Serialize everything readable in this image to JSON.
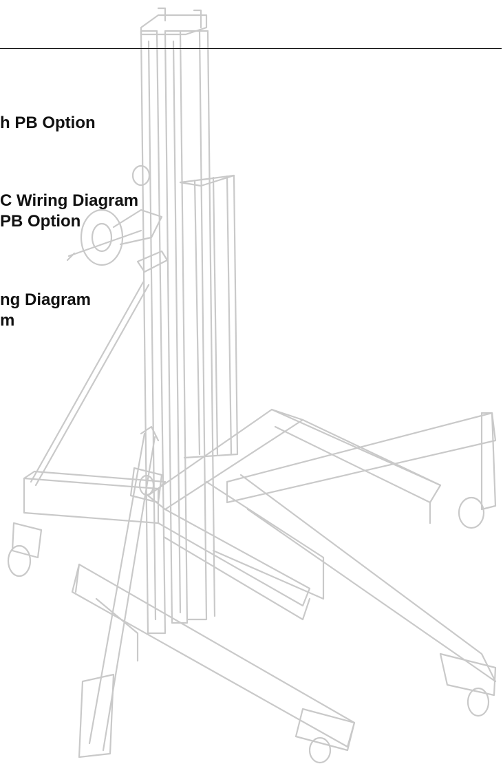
{
  "document": {
    "text_lines": [
      "h PB Option",
      "C Wiring Diagram",
      " PB Option",
      "ng Diagram",
      "m"
    ]
  },
  "illustration": {
    "subject": "lift-icon",
    "line_color": "#c9c9c9"
  }
}
